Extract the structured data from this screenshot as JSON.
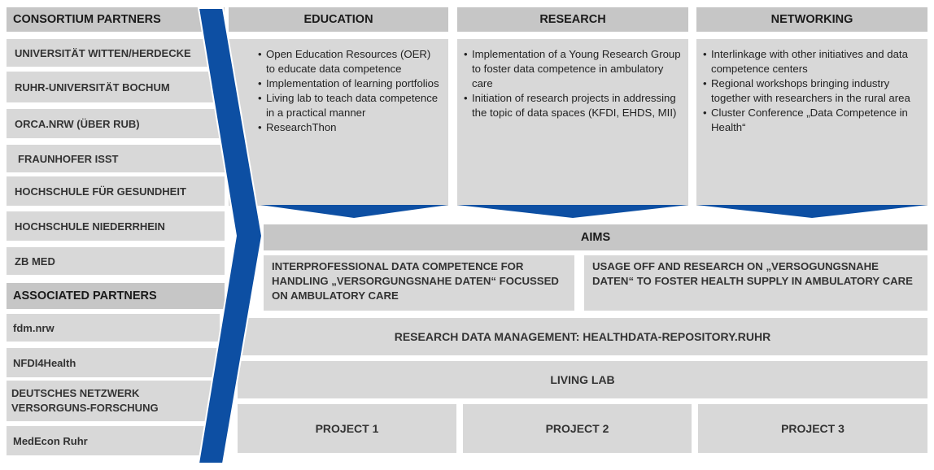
{
  "consortium": {
    "header": "CONSORTIUM PARTNERS",
    "items": [
      "UNIVERSITÄT WITTEN/HERDECKE",
      "RUHR-UNIVERSITÄT BOCHUM",
      "ORCA.NRW (ÜBER RUB)",
      "FRAUNHOFER ISST",
      "HOCHSCHULE FÜR GESUNDHEIT",
      "HOCHSCHULE NIEDERRHEIN",
      "ZB MED"
    ]
  },
  "associated": {
    "header": "ASSOCIATED PARTNERS",
    "items": [
      "fdm.nrw",
      "NFDI4Health",
      "DEUTSCHES NETZWERK VERSORGUNS-FORSCHUNG",
      "MedEcon Ruhr"
    ]
  },
  "columns": [
    {
      "header": "EDUCATION",
      "bullets": [
        "Open Education Resources (OER) to educate data competence",
        "Implementation of learning portfolios",
        "Living lab to teach data competence in a practical manner",
        "ResearchThon"
      ]
    },
    {
      "header": "RESEARCH",
      "bullets": [
        "Implementation of a Young Research Group to foster data competence in ambulatory care",
        "Initiation of research projects in addressing the topic of data spaces (KFDI, EHDS, MII)"
      ]
    },
    {
      "header": "NETWORKING",
      "bullets": [
        "Interlinkage with other initiatives and data competence centers",
        "Regional workshops bringing industry together with researchers in the rural area",
        "Cluster Conference „Data Competence in Health“"
      ]
    }
  ],
  "aims": {
    "header": "AIMS",
    "left": "INTERPROFESSIONAL DATA COMPETENCE FOR HANDLING „VERSORGUNGSNAHE DATEN“ FOCUSSED ON AMBULATORY CARE",
    "right": "USAGE OFF AND RESEARCH ON „VERSOGUNGSNAHE DATEN“ TO FOSTER HEALTH SUPPLY IN AMBULATORY CARE"
  },
  "rdm": "RESEARCH DATA MANAGEMENT: HEALTHDATA-REPOSITORY.RUHR",
  "living_lab": "LIVING LAB",
  "projects": [
    "PROJECT 1",
    "PROJECT 2",
    "PROJECT 3"
  ],
  "colors": {
    "accent_blue": "#0d4fa3",
    "box_grey": "#d8d8d8",
    "header_grey": "#c6c6c6"
  }
}
